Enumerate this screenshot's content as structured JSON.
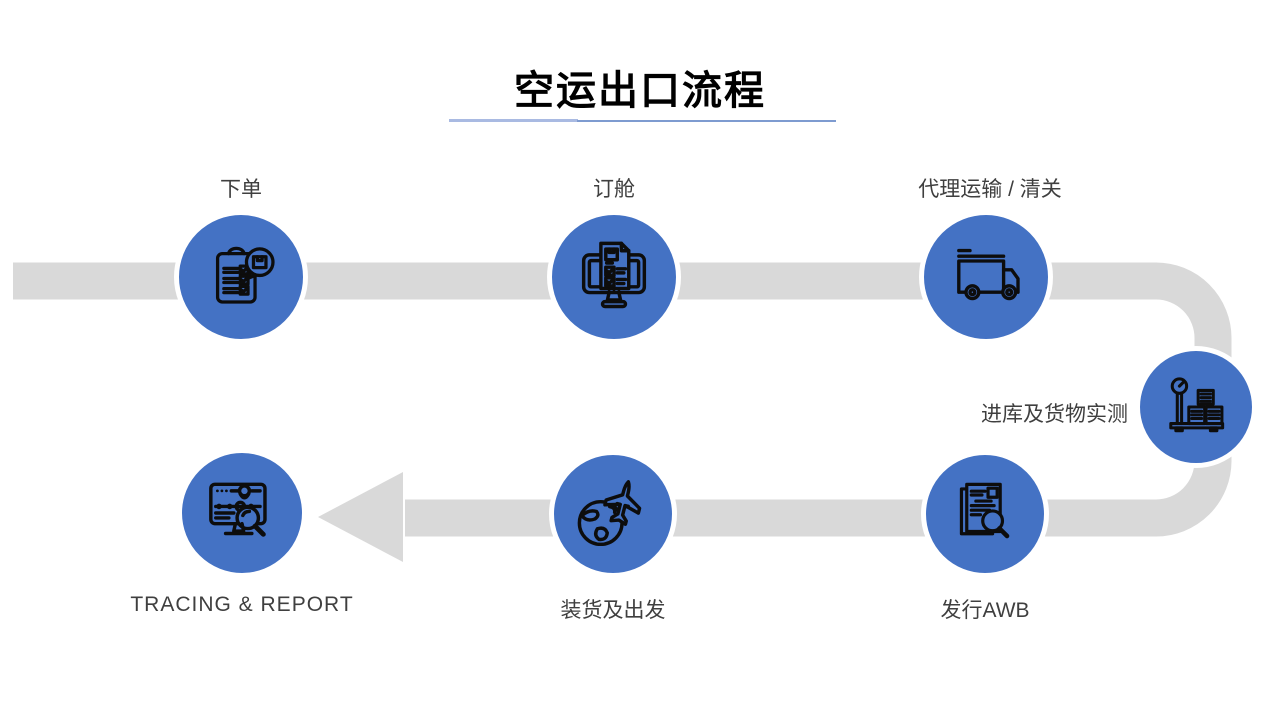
{
  "slide": {
    "title": "空运出口流程"
  },
  "colors": {
    "step_circle_blue": "#4472C4",
    "flow_path_gray": "#D9D9D9",
    "label_text": "#3F3F3F",
    "title_text": "#000000",
    "title_underline_left": "#A9BAE2",
    "title_underline_right": "#7E9BD0",
    "icon_stroke": "#0D0D0D"
  },
  "steps": [
    {
      "label": "下单",
      "icon": "order-clipboard-icon"
    },
    {
      "label": "订舱",
      "icon": "booking-monitor-icon"
    },
    {
      "label": "代理运输 / 清关",
      "icon": "truck-icon"
    },
    {
      "label": "进库及货物实测",
      "icon": "cargo-scale-icon"
    },
    {
      "label": "发行AWB",
      "icon": "awb-documents-icon"
    },
    {
      "label": "装货及出发",
      "icon": "globe-plane-icon"
    },
    {
      "label": "TRACING & REPORT",
      "icon": "tracking-monitor-icon"
    }
  ]
}
